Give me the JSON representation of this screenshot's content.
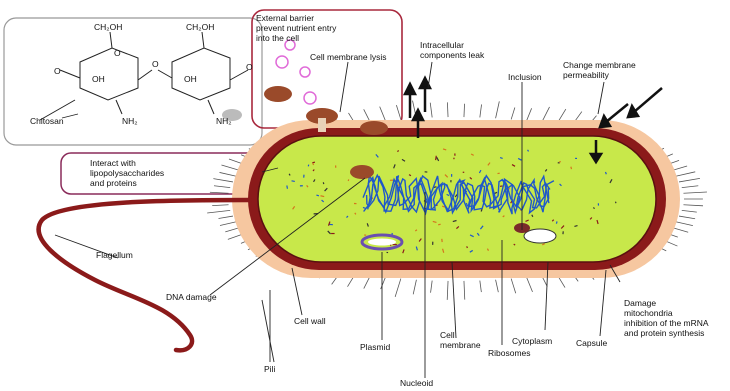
{
  "colors": {
    "capsule": "#f6c7a0",
    "wall": "#8b1a1a",
    "cytoplasm": "#c8e84a",
    "nucleoid": "#1f58c9",
    "box_border": "#a8283d",
    "plasmid": "#6a4fb0"
  },
  "chitosan": {
    "ch2oh_left": "CH₂OH",
    "ch2oh_right": "CH₂OH",
    "oh_left": "OH",
    "oh_right": "OH",
    "nh2_left": "NH₂",
    "nh2_right": "NH₂",
    "o1": "O",
    "o2": "O",
    "o3": "O",
    "o4": "O",
    "label": "Chitosan"
  },
  "labels": {
    "external_barrier": "External barrier\nprevent nutrient entry\ninto the cell",
    "cell_membrane_lysis": "Cell membrane lysis",
    "intracellular_leak": "Intracellular\ncomponents leak",
    "inclusion": "Inclusion",
    "change_permeability": "Change membrane\npermeability",
    "interact_lps": "Interact with\nlipopolysaccharides\nand proteins",
    "flagellum": "Flagellum",
    "dna_damage": "DNA damage",
    "cell_wall": "Cell wall",
    "plasmid": "Plasmid",
    "cell_membrane": "Cell\nmembrane",
    "cytoplasm": "Cytoplasm",
    "capsule": "Capsule",
    "damage_mitochondria": "Damage\nmitochondria\ninhibition of the mRNA\nand protein synthesis",
    "pili": "Pili",
    "ribosomes": "Ribosomes",
    "nucleoid": "Nucleoid"
  }
}
